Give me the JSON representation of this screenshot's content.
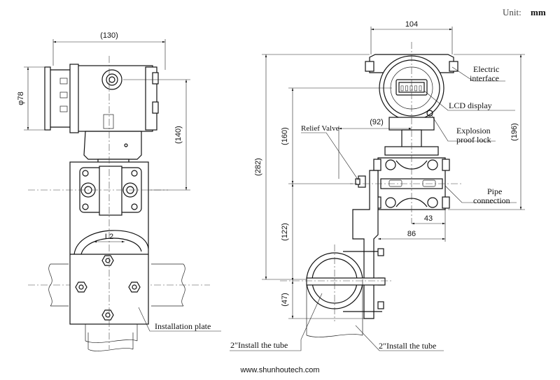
{
  "unit": {
    "label": "Unit:",
    "value": "mm"
  },
  "dimensions": {
    "d130": "(130)",
    "d78": "φ78",
    "d140": "(140)",
    "l2": "L2",
    "d104": "104",
    "d92": "(92)",
    "d160": "(160)",
    "d282": "(282)",
    "d196": "(196)",
    "d122": "(122)",
    "d47": "(47)",
    "d43": "43",
    "d86": "86"
  },
  "labels": {
    "electric_interface_1": "Electric",
    "electric_interface_2": "interface",
    "lcd_display": "LCD display",
    "explosion_proof_1": "Explosion",
    "explosion_proof_2": "proof lock",
    "relief_valve": "Relief Valve",
    "pipe_connection_1": "Pipe",
    "pipe_connection_2": "connection",
    "installation_plate": "Installation plate",
    "install_tube_left": "2″Install the tube",
    "install_tube_right": "2″Install the tube"
  },
  "website": "www.shunhoutech.com"
}
